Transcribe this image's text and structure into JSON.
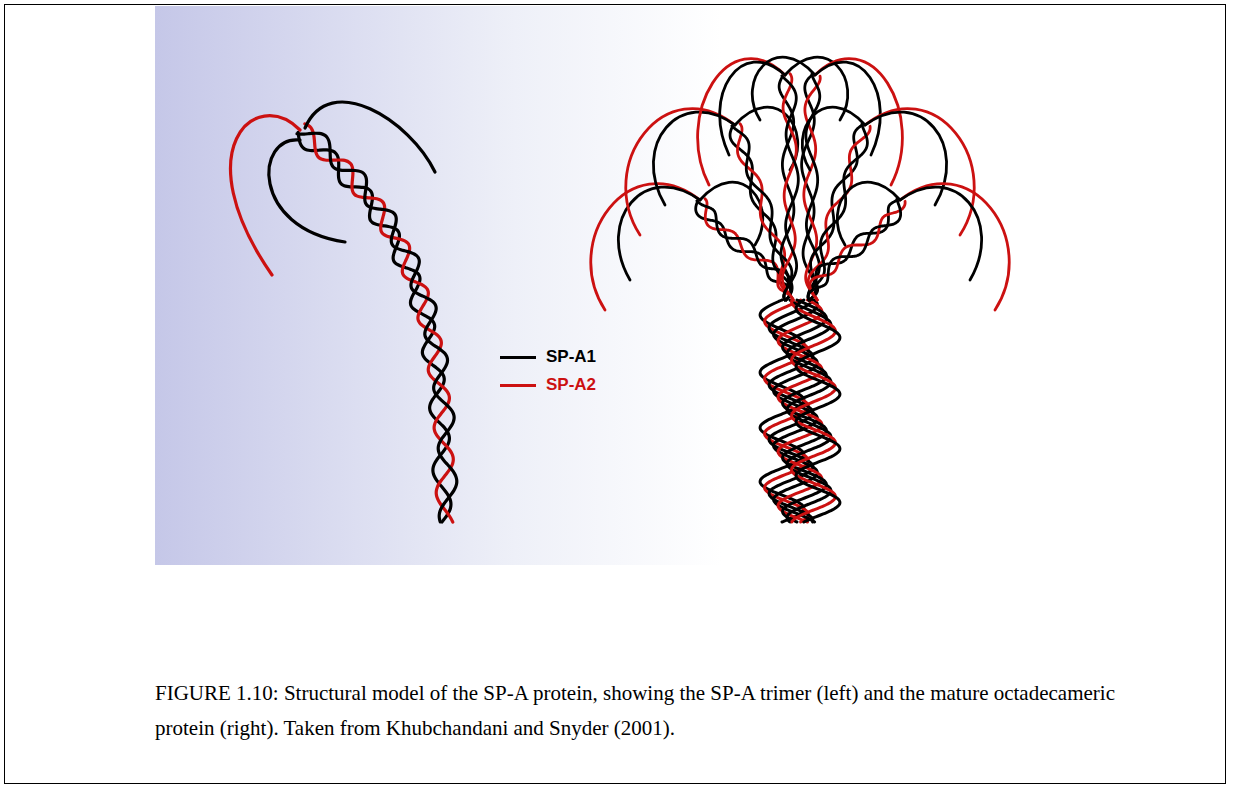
{
  "diagram": {
    "caption": "FIGURE 1.10: Structural model of the SP-A protein, showing the SP-A trimer (left) and the mature octadecameric protein (right). Taken from Khubchandani and Snyder (2001).",
    "legend": [
      {
        "text": "SP-A1",
        "color": "#000000"
      },
      {
        "text": "SP-A2",
        "color": "#cc1111"
      }
    ]
  }
}
